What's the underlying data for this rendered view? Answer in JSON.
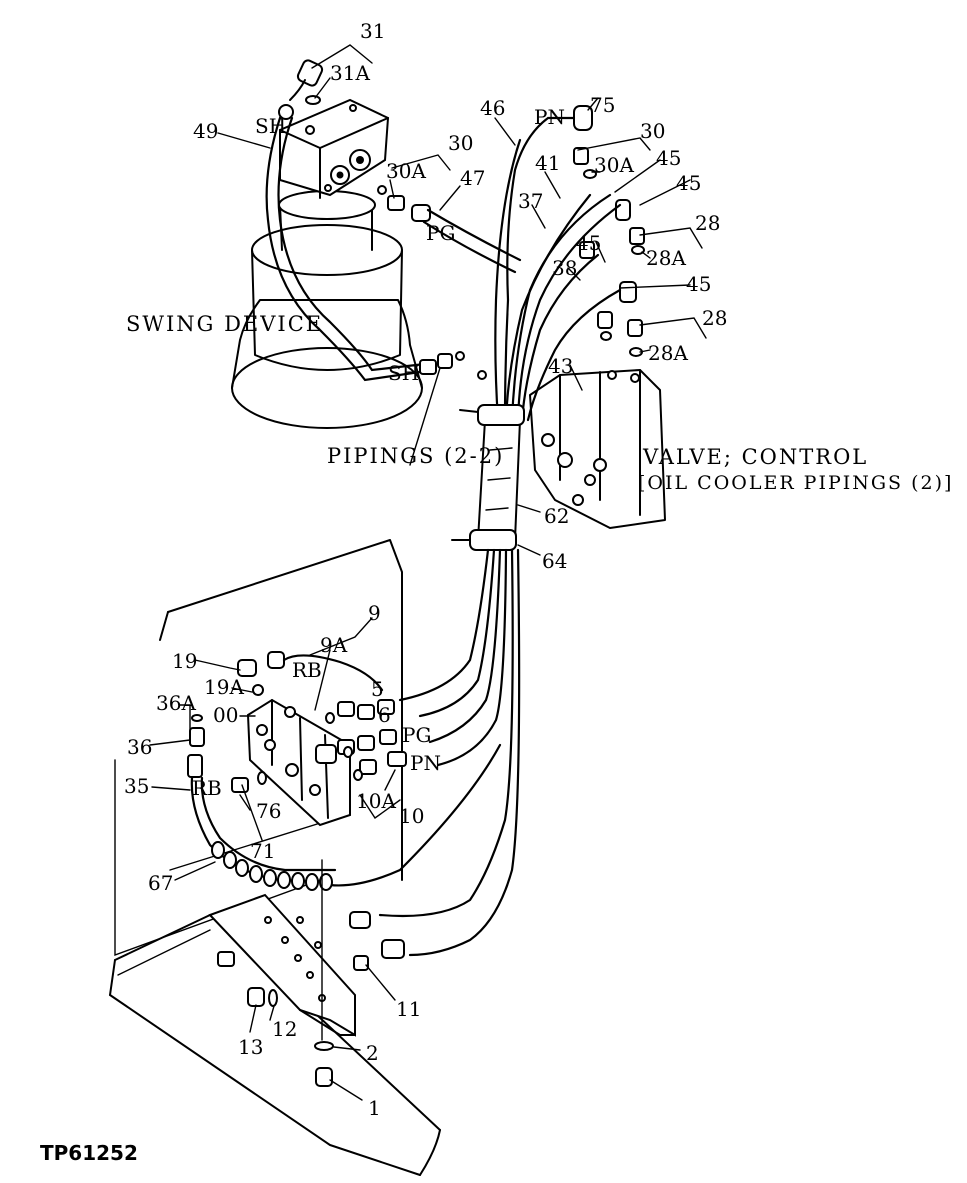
{
  "diagram": {
    "figure_id": "TP61252",
    "captions": {
      "swing_device": "SWING DEVICE",
      "pipings": "PIPINGS (2-2)",
      "valve_line1": "VALVE; CONTROL",
      "valve_line2": "[OIL COOLER PIPINGS (2)]"
    },
    "hose_labels": [
      "SH",
      "SH",
      "PG",
      "PN",
      "RB",
      "RB",
      "PG",
      "PN"
    ],
    "callouts": [
      "31",
      "31A",
      "49",
      "30",
      "30A",
      "47",
      "46",
      "75",
      "30",
      "30A",
      "41",
      "45",
      "45",
      "37",
      "45",
      "28",
      "28A",
      "38",
      "45",
      "28",
      "28A",
      "43",
      "62",
      "64",
      "9A",
      "9",
      "19",
      "19A",
      "00",
      "5",
      "6",
      "36A",
      "36",
      "35",
      "76",
      "71",
      "67",
      "10A",
      "10",
      "11",
      "13",
      "12",
      "2",
      "1"
    ]
  }
}
